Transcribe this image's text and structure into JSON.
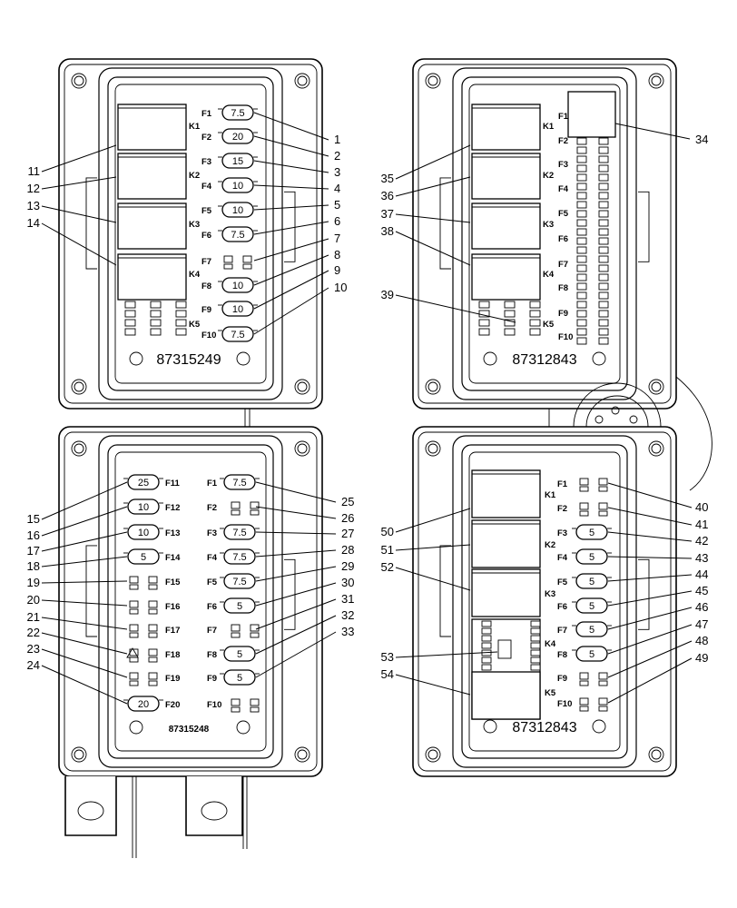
{
  "boxes": [
    {
      "part": "87315249",
      "relays": [
        "K1",
        "K2",
        "K3",
        "K4",
        "K5"
      ],
      "fuses": [
        {
          "label": "F1",
          "amp": "7.5"
        },
        {
          "label": "F2",
          "amp": "20"
        },
        {
          "label": "F3",
          "amp": "15"
        },
        {
          "label": "F4",
          "amp": "10"
        },
        {
          "label": "F5",
          "amp": "10"
        },
        {
          "label": "F6",
          "amp": "7.5"
        },
        {
          "label": "F7",
          "amp": ""
        },
        {
          "label": "F8",
          "amp": "10"
        },
        {
          "label": "F9",
          "amp": "10"
        },
        {
          "label": "F10",
          "amp": "7.5"
        }
      ],
      "callouts_right": [
        "1",
        "2",
        "3",
        "4",
        "5",
        "6",
        "7",
        "8",
        "9",
        "10"
      ],
      "callouts_left": [
        "11",
        "12",
        "13",
        "14"
      ]
    },
    {
      "part": "87312843",
      "relays": [
        "K1",
        "K2",
        "K3",
        "K4",
        "K5"
      ],
      "fuses": [
        {
          "label": "F1"
        },
        {
          "label": "F2"
        },
        {
          "label": "F3"
        },
        {
          "label": "F4"
        },
        {
          "label": "F5"
        },
        {
          "label": "F6"
        },
        {
          "label": "F7"
        },
        {
          "label": "F8"
        },
        {
          "label": "F9"
        },
        {
          "label": "F10"
        }
      ],
      "callouts_right": [
        "34"
      ],
      "callouts_left": [
        "35",
        "36",
        "37",
        "38",
        "39"
      ]
    },
    {
      "part": "87315248",
      "fuses_left": [
        {
          "label": "F11",
          "amp": "25"
        },
        {
          "label": "F12",
          "amp": "10"
        },
        {
          "label": "F13",
          "amp": "10"
        },
        {
          "label": "F14",
          "amp": "5"
        },
        {
          "label": "F15",
          "amp": ""
        },
        {
          "label": "F16",
          "amp": ""
        },
        {
          "label": "F17",
          "amp": ""
        },
        {
          "label": "F18",
          "amp": ""
        },
        {
          "label": "F19",
          "amp": ""
        },
        {
          "label": "F20",
          "amp": "20"
        }
      ],
      "fuses_right": [
        {
          "label": "F1",
          "amp": "7.5"
        },
        {
          "label": "F2",
          "amp": ""
        },
        {
          "label": "F3",
          "amp": "7.5"
        },
        {
          "label": "F4",
          "amp": "7.5"
        },
        {
          "label": "F5",
          "amp": "7.5"
        },
        {
          "label": "F6",
          "amp": "5"
        },
        {
          "label": "F7",
          "amp": ""
        },
        {
          "label": "F8",
          "amp": "5"
        },
        {
          "label": "F9",
          "amp": "5"
        },
        {
          "label": "F10",
          "amp": ""
        }
      ],
      "callouts_left": [
        "15",
        "16",
        "17",
        "18",
        "19",
        "20",
        "21",
        "22",
        "23",
        "24"
      ],
      "callouts_right": [
        "25",
        "26",
        "27",
        "28",
        "29",
        "30",
        "31",
        "32",
        "33"
      ]
    },
    {
      "part": "87312843",
      "relays": [
        "K1",
        "K2",
        "K3",
        "K4",
        "K5"
      ],
      "fuses": [
        {
          "label": "F1",
          "amp": ""
        },
        {
          "label": "F2",
          "amp": ""
        },
        {
          "label": "F3",
          "amp": "5"
        },
        {
          "label": "F4",
          "amp": "5"
        },
        {
          "label": "F5",
          "amp": "5"
        },
        {
          "label": "F6",
          "amp": "5"
        },
        {
          "label": "F7",
          "amp": "5"
        },
        {
          "label": "F8",
          "amp": "5"
        },
        {
          "label": "F9",
          "amp": ""
        },
        {
          "label": "F10",
          "amp": ""
        }
      ],
      "callouts_right": [
        "40",
        "41",
        "42",
        "43",
        "44",
        "45",
        "46",
        "47",
        "48",
        "49"
      ],
      "callouts_left": [
        "50",
        "51",
        "52",
        "53",
        "54"
      ]
    }
  ]
}
